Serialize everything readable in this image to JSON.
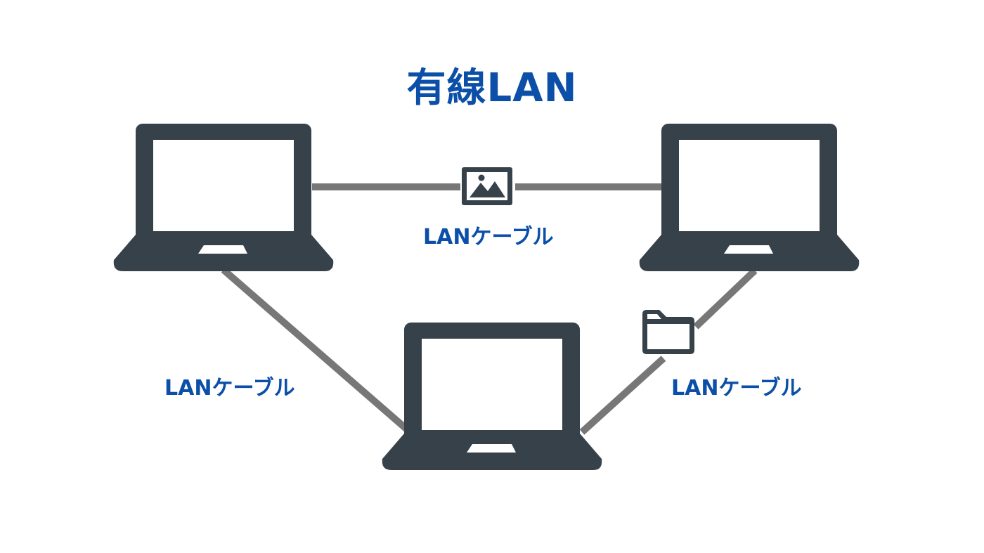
{
  "title": "有線LAN",
  "cables": [
    {
      "id": "top",
      "label": "LANケーブル"
    },
    {
      "id": "left",
      "label": "LANケーブル"
    },
    {
      "id": "right",
      "label": "LANケーブル"
    }
  ],
  "icons": {
    "image": "image-icon",
    "folder": "folder-icon"
  },
  "colors": {
    "accent": "#0b4fa8",
    "device": "#37414a",
    "cable": "#777777"
  }
}
